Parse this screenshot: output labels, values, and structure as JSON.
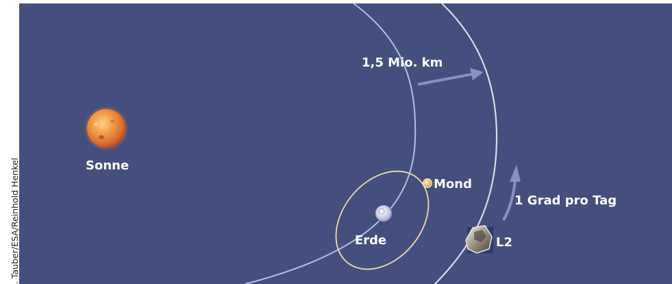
{
  "credit": ". Tauber/ESA/Reinhold Henkel",
  "labels": {
    "sun": "Sonne",
    "earth": "Erde",
    "moon": "Mond",
    "l2": "L2",
    "distance": "1,5 Mio. km",
    "rate": "1 Grad pro Tag"
  },
  "colors": {
    "background": "#454f7e",
    "earth_orbit": "#a9c4ea",
    "l2_orbit": "#dcdbe6",
    "moon_orbit": "#eedca7",
    "arrow": "#8a8fbd",
    "sun": "#ea8a3a",
    "moon": "#e8c070"
  }
}
